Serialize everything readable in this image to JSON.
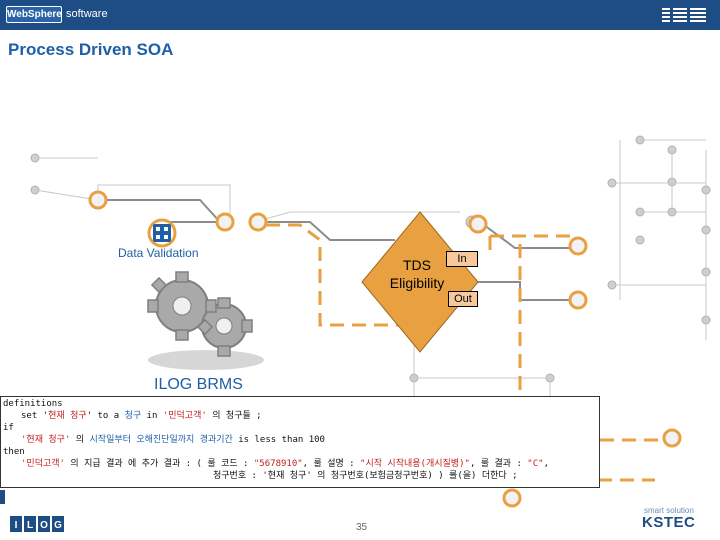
{
  "header": {
    "brand": "WebSphere",
    "product": "software",
    "logo": "IBM"
  },
  "slide": {
    "title": "Process Driven SOA",
    "page_number": "35"
  },
  "diagram": {
    "data_validation_label": "Data Validation",
    "ilog_label": "ILOG BRMS",
    "tds_label": "TDS Eligibility",
    "in_label": "In",
    "out_label": "Out",
    "accent_color": "#e8a040",
    "wire_color": "#8c8c8c",
    "icon_color": "#1e5fa8"
  },
  "rules": {
    "line1": "definitions",
    "line2_a": "set '",
    "line2_b": "현재 청구",
    "line2_c": "' to a ",
    "line2_d": "청구",
    "line2_e": " in ",
    "line2_f": "'민덕고객'",
    "line2_g": " 의 청구들 ;",
    "line3": "if",
    "line4_a": "'현재 청구'",
    "line4_b": " 의 ",
    "line4_c": "시작일부터 오해진단일까지 경과기간",
    "line4_d": " is less than 100",
    "line5": "then",
    "line6_a": "'민덕고객'",
    "line6_b": " 의 지급 결과 에 추가 결과 : ( 룰 코드 : ",
    "line6_c": "\"5678910\"",
    "line6_d": ", 룰 설명 : ",
    "line6_e": "\"시작 시작내용(개시질병)\"",
    "line6_f": ", 룰 결과 : ",
    "line6_g": "\"C\"",
    "line6_h": ",",
    "line7": "청구번호 : '현재 청구' 의 청구번호(보험금청구번호) ) 를(을) 더한다 ;"
  },
  "footer": {
    "ilog_logo": "ILOG",
    "kstec_tagline": "smart solution",
    "kstec_logo": "KSTEC"
  }
}
